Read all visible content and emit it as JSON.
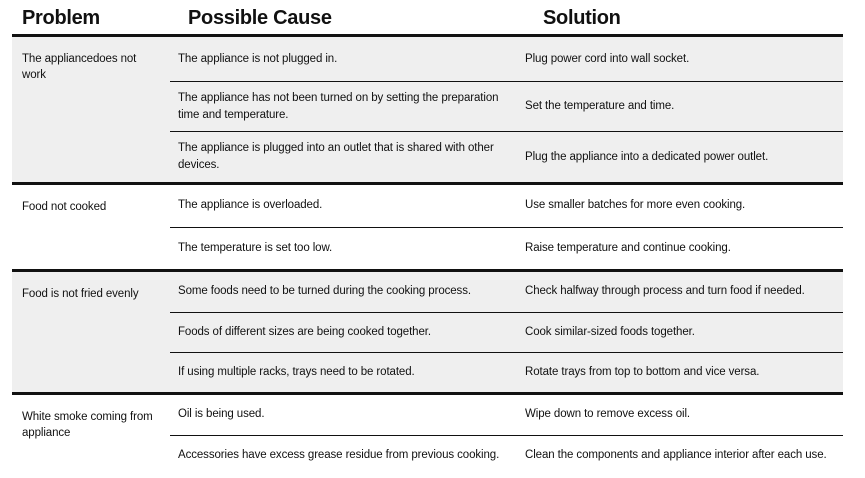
{
  "table": {
    "headers": {
      "problem": "Problem",
      "cause": "Possible Cause",
      "solution": "Solution"
    },
    "colors": {
      "shaded_row_background": "#efefef",
      "plain_row_background": "#ffffff",
      "rule": "#111111",
      "text": "#111111"
    },
    "groups": [
      {
        "problem": "The appliancedoes not work",
        "shaded": true,
        "rows": [
          {
            "cause": "The appliance is not plugged in.",
            "solution": "Plug power cord into wall socket."
          },
          {
            "cause": "The appliance has not been turned on by setting the preparation time and temperature.",
            "solution": "Set the temperature and time."
          },
          {
            "cause": "The appliance is plugged into an outlet that is shared with other devices.",
            "solution": "Plug the appliance into a dedicated power outlet."
          }
        ]
      },
      {
        "problem": "Food not cooked",
        "shaded": false,
        "rows": [
          {
            "cause": "The appliance is overloaded.",
            "solution": "Use smaller batches for more even cooking."
          },
          {
            "cause": "The temperature is set too low.",
            "solution": "Raise temperature and continue cooking."
          }
        ]
      },
      {
        "problem": "Food is not fried evenly",
        "shaded": true,
        "rows": [
          {
            "cause": "Some foods need to be turned during the cooking process.",
            "solution": "Check halfway through process and turn food if needed."
          },
          {
            "cause": "Foods of different sizes are being cooked together.",
            "solution": "Cook similar-sized foods together."
          },
          {
            "cause": "If using multiple racks, trays need to be rotated.",
            "solution": "Rotate trays from top to bottom and vice versa."
          }
        ]
      },
      {
        "problem": "White smoke coming from appliance",
        "shaded": false,
        "rows": [
          {
            "cause": "Oil is being used.",
            "solution": "Wipe down to remove excess oil."
          },
          {
            "cause": "Accessories have excess grease residue from previous cooking.",
            "solution": "Clean the components and appliance interior after each use."
          }
        ]
      }
    ]
  }
}
